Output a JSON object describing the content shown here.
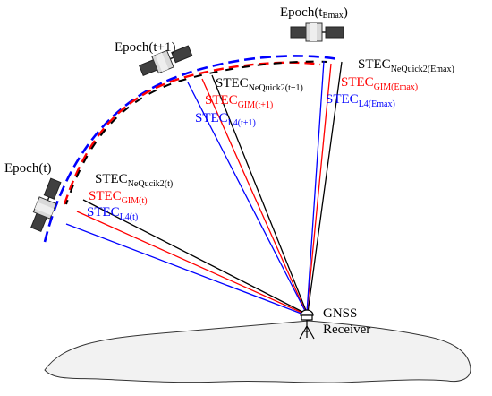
{
  "epochs": {
    "t": "Epoch(t)",
    "t1": "Epoch(t+1)",
    "tmax_main": "Epoch(t",
    "tmax_sub": "Emax",
    "tmax_close": ")"
  },
  "receiver": {
    "line1": "GNSS",
    "line2": "Receiver"
  },
  "labels": {
    "stec": "STEC",
    "t": {
      "neq_sub": "NeQucik2(t)",
      "gim_sub": "GIM(t)",
      "l4_sub": "L4(t)"
    },
    "t1": {
      "neq_sub": "NeQuick2(t+1)",
      "gim_sub": "GIM(t+1)",
      "l4_sub": "L4(t+1)"
    },
    "tmax": {
      "neq_sub": "NeQuick2(Emax)",
      "gim_sub": "GIM(Emax)",
      "l4_sub": "L4(Emax)"
    }
  },
  "colors": {
    "neq": "#000000",
    "gim": "#ff0000",
    "l4": "#0000ff",
    "earth_fill": "#f2f2f2",
    "satellite_panel": "#404040",
    "satellite_body": "#d9d9d9"
  },
  "icons": [
    "satellite-icon",
    "gnss-receiver-icon",
    "earth-surface"
  ]
}
